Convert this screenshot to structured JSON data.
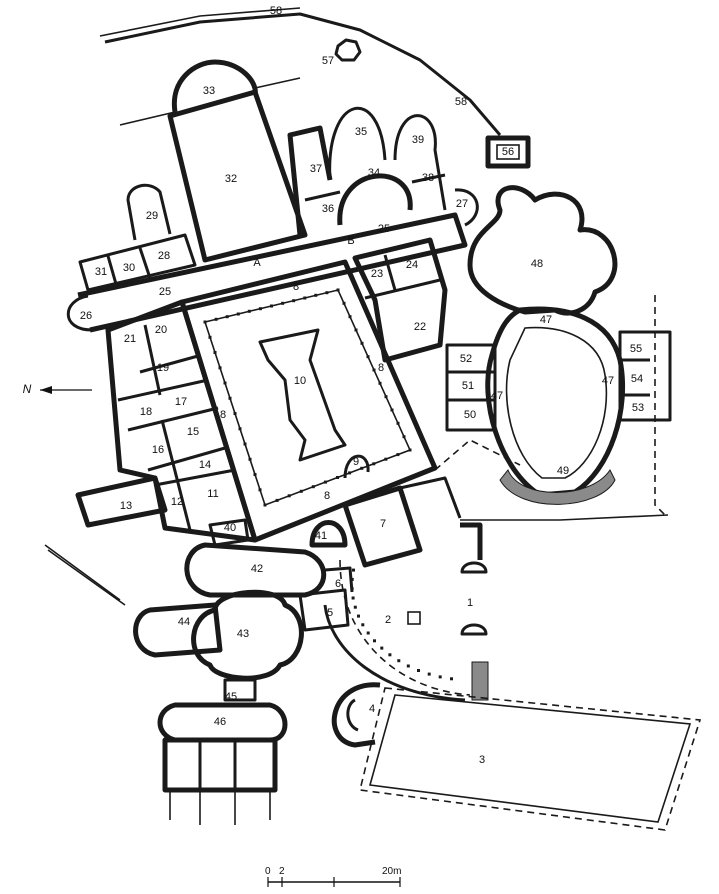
{
  "legend": {
    "north_label": "N",
    "scale": {
      "ticks": [
        "0",
        "2",
        "20m"
      ]
    }
  },
  "section_letters": [
    "A",
    "B"
  ],
  "rooms": [
    {
      "id": "r1",
      "label": "1"
    },
    {
      "id": "r2",
      "label": "2"
    },
    {
      "id": "r3",
      "label": "3"
    },
    {
      "id": "r4",
      "label": "4"
    },
    {
      "id": "r5",
      "label": "5"
    },
    {
      "id": "r6",
      "label": "6"
    },
    {
      "id": "r7",
      "label": "7"
    },
    {
      "id": "r8a",
      "label": "8"
    },
    {
      "id": "r8b",
      "label": "8"
    },
    {
      "id": "r8c",
      "label": "8"
    },
    {
      "id": "r8d",
      "label": "8"
    },
    {
      "id": "r9",
      "label": "9"
    },
    {
      "id": "r10",
      "label": "10"
    },
    {
      "id": "r11",
      "label": "11"
    },
    {
      "id": "r12",
      "label": "12"
    },
    {
      "id": "r13",
      "label": "13"
    },
    {
      "id": "r14",
      "label": "14"
    },
    {
      "id": "r15",
      "label": "15"
    },
    {
      "id": "r16",
      "label": "16"
    },
    {
      "id": "r17",
      "label": "17"
    },
    {
      "id": "r18",
      "label": "18"
    },
    {
      "id": "r19",
      "label": "19"
    },
    {
      "id": "r20",
      "label": "20"
    },
    {
      "id": "r21",
      "label": "21"
    },
    {
      "id": "r22",
      "label": "22"
    },
    {
      "id": "r23",
      "label": "23"
    },
    {
      "id": "r24",
      "label": "24"
    },
    {
      "id": "r25a",
      "label": "25"
    },
    {
      "id": "r25b",
      "label": "25"
    },
    {
      "id": "r26",
      "label": "26"
    },
    {
      "id": "r27",
      "label": "27"
    },
    {
      "id": "r28",
      "label": "28"
    },
    {
      "id": "r29",
      "label": "29"
    },
    {
      "id": "r30",
      "label": "30"
    },
    {
      "id": "r31",
      "label": "31"
    },
    {
      "id": "r32",
      "label": "32"
    },
    {
      "id": "r33",
      "label": "33"
    },
    {
      "id": "r34",
      "label": "34"
    },
    {
      "id": "r35",
      "label": "35"
    },
    {
      "id": "r36",
      "label": "36"
    },
    {
      "id": "r37",
      "label": "37"
    },
    {
      "id": "r38",
      "label": "38"
    },
    {
      "id": "r39",
      "label": "39"
    },
    {
      "id": "r40",
      "label": "40"
    },
    {
      "id": "r41",
      "label": "41"
    },
    {
      "id": "r42",
      "label": "42"
    },
    {
      "id": "r43",
      "label": "43"
    },
    {
      "id": "r44",
      "label": "44"
    },
    {
      "id": "r45",
      "label": "45"
    },
    {
      "id": "r46",
      "label": "46"
    },
    {
      "id": "r47a",
      "label": "47"
    },
    {
      "id": "r47b",
      "label": "47"
    },
    {
      "id": "r47c",
      "label": "47"
    },
    {
      "id": "r48",
      "label": "48"
    },
    {
      "id": "r49",
      "label": "49"
    },
    {
      "id": "r50",
      "label": "50"
    },
    {
      "id": "r51",
      "label": "51"
    },
    {
      "id": "r52",
      "label": "52"
    },
    {
      "id": "r53",
      "label": "53"
    },
    {
      "id": "r54",
      "label": "54"
    },
    {
      "id": "r55",
      "label": "55"
    },
    {
      "id": "r56",
      "label": "56"
    },
    {
      "id": "r57",
      "label": "57"
    },
    {
      "id": "r58a",
      "label": "58"
    },
    {
      "id": "r58b",
      "label": "58"
    }
  ]
}
